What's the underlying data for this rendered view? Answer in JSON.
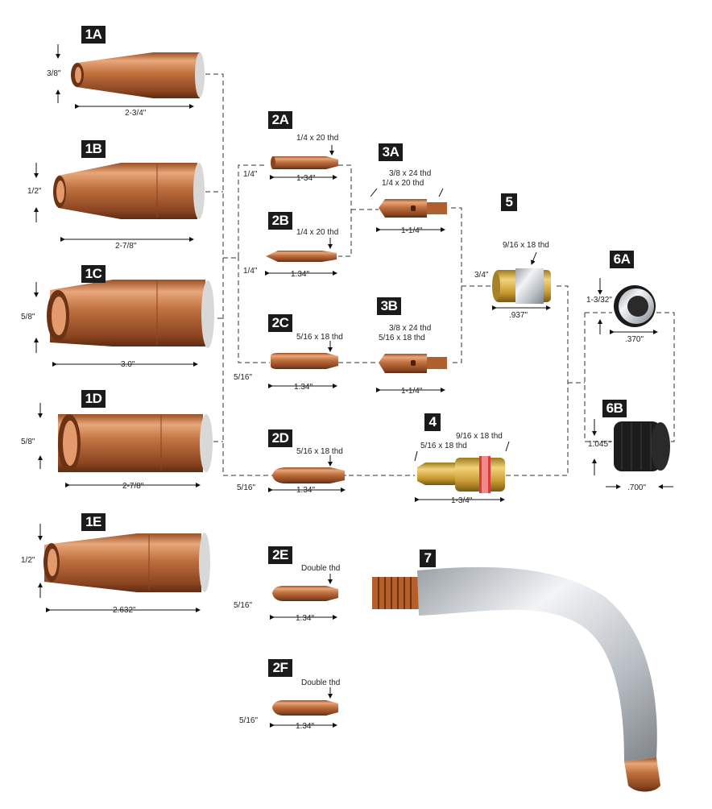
{
  "colors": {
    "copper": "#c0713f",
    "copper_dark": "#7a3d1c",
    "brass": "#d9b24a",
    "silver": "#cfd4d9",
    "black": "#151515",
    "label_bg": "#1b1b1b"
  },
  "parts": [
    {
      "id": "1A",
      "dims": [
        "3/8\"",
        "2-3/4\""
      ]
    },
    {
      "id": "1B",
      "dims": [
        "1/2\"",
        "2-7/8\""
      ]
    },
    {
      "id": "1C",
      "dims": [
        "5/8\"",
        "3.0\""
      ]
    },
    {
      "id": "1D",
      "dims": [
        "5/8\"",
        "2-7/8\""
      ]
    },
    {
      "id": "1E",
      "dims": [
        "1/2\"",
        "2.632\""
      ]
    },
    {
      "id": "2A",
      "dims": [
        "1/4 x 20 thd",
        "1/4\"",
        "1-34\""
      ]
    },
    {
      "id": "2B",
      "dims": [
        "1/4 x 20 thd",
        "1/4\"",
        "1.34\""
      ]
    },
    {
      "id": "2C",
      "dims": [
        "5/16 x 18 thd",
        "5/16\"",
        "1.34\""
      ]
    },
    {
      "id": "2D",
      "dims": [
        "5/16 x 18 thd",
        "5/16\"",
        "1.34\""
      ]
    },
    {
      "id": "2E",
      "dims": [
        "Double thd",
        "5/16\"",
        "1.34\""
      ]
    },
    {
      "id": "2F",
      "dims": [
        "Double thd",
        "5/16\"",
        "1.34\""
      ]
    },
    {
      "id": "3A",
      "dims": [
        "3/8 x 24 thd",
        "1/4 x 20 thd",
        "1-1/4\""
      ]
    },
    {
      "id": "3B",
      "dims": [
        "3/8 x 24 thd",
        "5/16 x 18 thd",
        "1-1/4\""
      ]
    },
    {
      "id": "4",
      "dims": [
        "9/16 x 18 thd",
        "5/16 x 18 thd",
        "1-3/4\""
      ]
    },
    {
      "id": "5",
      "dims": [
        "9/16 x 18 thd",
        "3/4\"",
        ".937\""
      ]
    },
    {
      "id": "6A",
      "dims": [
        "1-3/32\"",
        ".370\""
      ]
    },
    {
      "id": "6B",
      "dims": [
        "1.045\"",
        ".700\""
      ]
    },
    {
      "id": "7",
      "dims": []
    }
  ]
}
